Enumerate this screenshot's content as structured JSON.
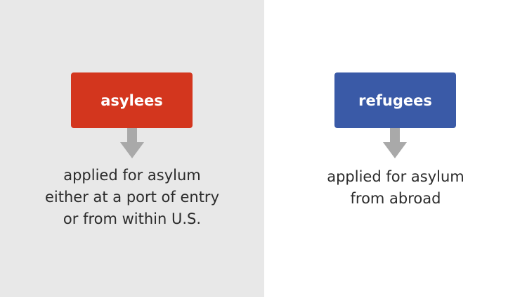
{
  "colors": {
    "left_background": "#e8e8e8",
    "right_background": "#ffffff",
    "asylees_box": "#d3361e",
    "refugees_box": "#3a5aa7",
    "arrow": "#a9a9a9",
    "text": "#2b2b2b"
  },
  "asylees": {
    "label": "asylees",
    "description": [
      "applied for asylum",
      "either at a port of entry",
      "or from within U.S."
    ]
  },
  "refugees": {
    "label": "refugees",
    "description": [
      "applied for asylum",
      "from abroad"
    ]
  },
  "icons": {
    "down_arrow": "arrow-down-icon"
  }
}
